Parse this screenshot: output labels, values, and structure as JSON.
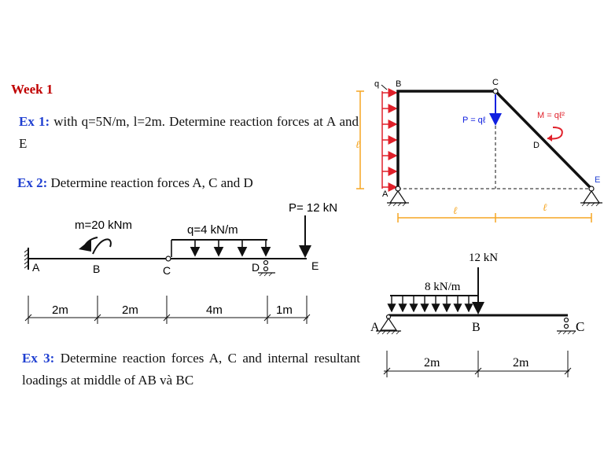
{
  "week": "Week 1",
  "ex1": {
    "label": "Ex 1:",
    "text": "with q=5N/m, l=2m. Determine reaction forces at A and E"
  },
  "ex2": {
    "label": "Ex 2:",
    "text": "Determine reaction forces A, C and D"
  },
  "ex3": {
    "label": "Ex 3:",
    "text": "Determine reaction forces A, C and internal resultant loadings at middle of AB và BC"
  },
  "frame": {
    "labels": {
      "q": "q",
      "B": "B",
      "C": "C",
      "D": "D",
      "E": "E",
      "A": "A"
    },
    "P": "P = qℓ",
    "M": "M = qℓ²",
    "ell": "ℓ"
  },
  "beam2": {
    "m": "m=20 kNm",
    "q": "q=4 kN/m",
    "P": "P= 12 kN",
    "points": [
      "A",
      "B",
      "C",
      "D",
      "E"
    ],
    "dims": [
      "2m",
      "2m",
      "4m",
      "1m"
    ]
  },
  "beam3": {
    "P": "12 kN",
    "q": "8 kN/m",
    "points": [
      "A",
      "B",
      "C"
    ],
    "dims": [
      "2m",
      "2m"
    ]
  },
  "colors": {
    "week": "#c00000",
    "exlabel": "#1f3fd1",
    "load_red": "#e0202a",
    "dim_orange": "#f5a623",
    "p_blue": "#1020e0"
  }
}
